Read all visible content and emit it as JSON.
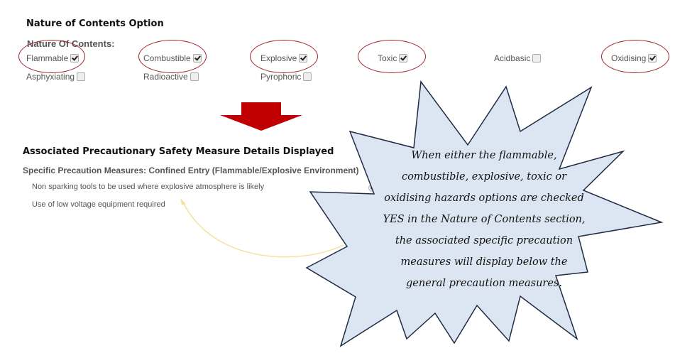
{
  "section_title": "Nature of Contents Option",
  "nature_of_contents": {
    "label": "Nature Of Contents:",
    "options": [
      {
        "label": "Flammable",
        "checked": true,
        "highlighted": true
      },
      {
        "label": "Combustible",
        "checked": true,
        "highlighted": true
      },
      {
        "label": "Explosive",
        "checked": true,
        "highlighted": true
      },
      {
        "label": "Toxic",
        "checked": true,
        "highlighted": true
      },
      {
        "label": "Acidbasic",
        "checked": false,
        "highlighted": false
      },
      {
        "label": "Oxidising",
        "checked": true,
        "highlighted": true
      },
      {
        "label": "Asphyxiating",
        "checked": false,
        "highlighted": false
      },
      {
        "label": "Radioactive",
        "checked": false,
        "highlighted": false
      },
      {
        "label": "Pyrophoric",
        "checked": false,
        "highlighted": false
      }
    ]
  },
  "arrow": {
    "icon": "down-arrow-icon",
    "color": "#c00000"
  },
  "details": {
    "title": "Associated Precautionary Safety Measure Details Displayed",
    "subtitle": "Specific Precaution Measures: Confined Entry (Flammable/Explosive Environment)",
    "measures": [
      "Non sparking tools to be used where explosive atmosphere is likely",
      "Use of low voltage equipment required"
    ]
  },
  "callout": {
    "lines": [
      "When either the flammable,",
      "combustible, explosive, toxic or",
      "oxidising hazards options are checked",
      "YES in the Nature of Contents section,",
      "the associated specific precaution",
      "measures will display below the",
      "general precaution measures."
    ],
    "fill": "#dce6f2",
    "stroke": "#1f2a44"
  },
  "colors": {
    "highlight_ellipse": "#a0202a",
    "connector_arrow": "#f5e6a8"
  }
}
